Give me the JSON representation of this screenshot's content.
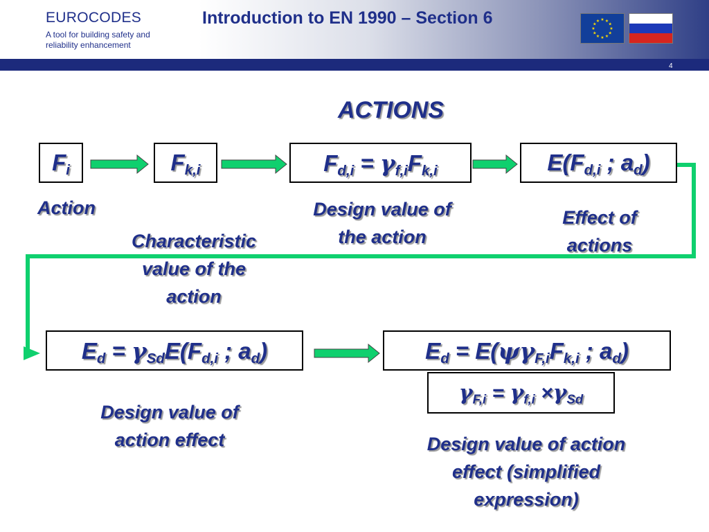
{
  "header": {
    "brand": "EUROCODES",
    "brand_subtitle": "A tool for building safety and reliability enhancement",
    "title": "Introduction to EN 1990 – Section 6",
    "page_number": "4",
    "flags": [
      "eu-flag-icon",
      "russia-flag-icon"
    ]
  },
  "colors": {
    "accent": "#1f2f8a",
    "connector": "#0fd06e",
    "header_bar": "#1c2a7c"
  },
  "heading": "ACTIONS",
  "boxes": {
    "fi": {
      "main": "F",
      "sub": "i"
    },
    "fki": {
      "main": "F",
      "sub": "k,i"
    },
    "fdi": {
      "lhs": "F",
      "lhs_sub": "d,i",
      "eq": " = ",
      "gamma": "γ",
      "gamma_sub": "f,i",
      "rhs": "F",
      "rhs_sub": "k,i"
    },
    "effect": {
      "open": "E(F",
      "sub1": "d,i",
      "sep": " ; a",
      "sub2": "d",
      "close": ")"
    },
    "ed1": {
      "e": "E",
      "e_sub": "d",
      "eq": " = ",
      "gamma": "γ",
      "gamma_sub": "Sd",
      "f": "E(F",
      "f_sub": "d,i",
      "sep": " ; a",
      "a_sub": "d",
      "close": ")"
    },
    "ed2": {
      "e": "E",
      "e_sub": "d",
      "eq": " = E(",
      "psi": "ψ",
      "gamma": "γ",
      "gamma_sub": "F,i",
      "f": "F",
      "f_sub": "k,i",
      "sep": " ; a",
      "a_sub": "d",
      "close": ")"
    },
    "gammaF": {
      "g1": "γ",
      "g1_sub": "F,i",
      "eq": " = ",
      "g2": "γ",
      "g2_sub": "f,i",
      "times": " ×",
      "g3": "γ",
      "g3_sub": "Sd"
    }
  },
  "labels": {
    "action": "Action",
    "characteristic": [
      "Characteristic",
      "value of the",
      "action"
    ],
    "design_value": [
      "Design value of",
      "the action"
    ],
    "effect": [
      "Effect of",
      "actions"
    ],
    "design_effect": [
      "Design value of",
      "action effect"
    ],
    "design_effect_simplified": [
      "Design value of action",
      "effect (simplified",
      "expression)"
    ]
  }
}
